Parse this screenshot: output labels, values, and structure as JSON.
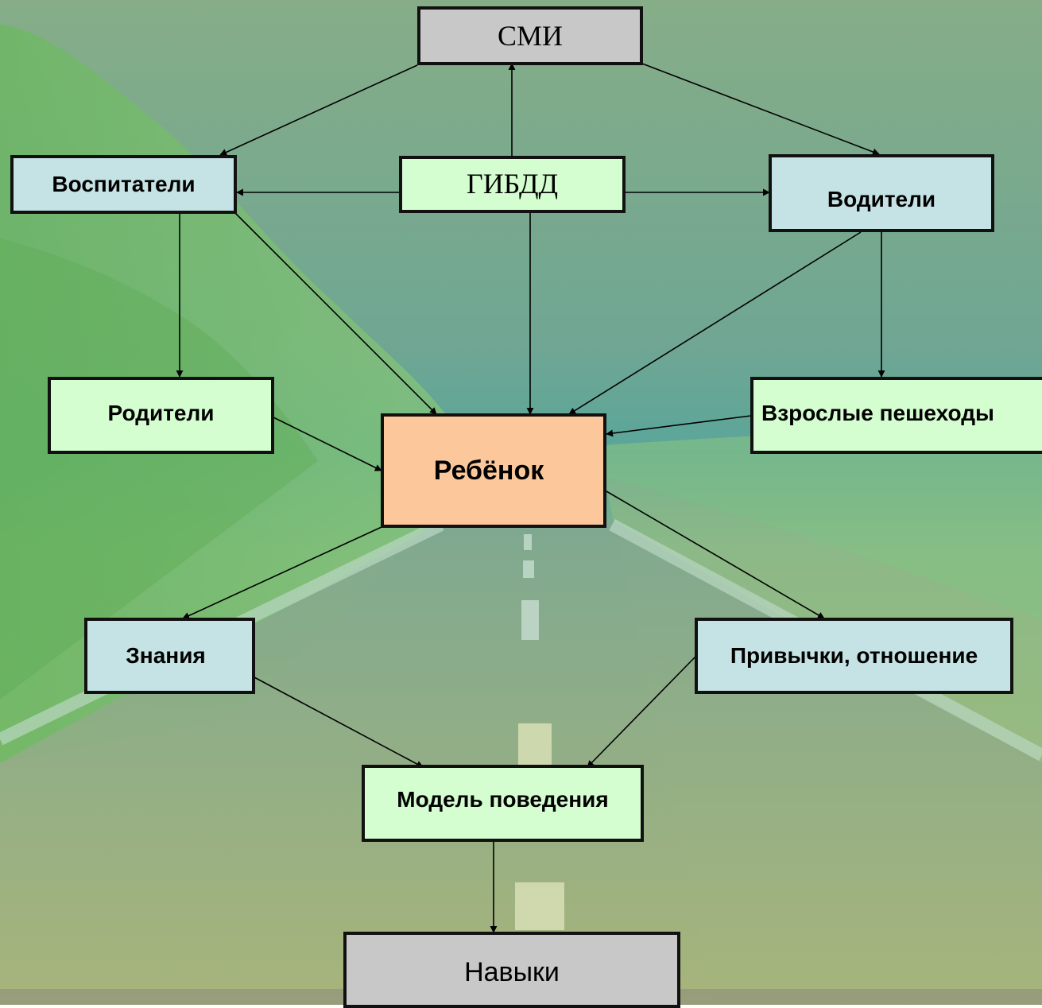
{
  "colors": {
    "gray": "#c8c8c8",
    "light_blue": "#c5e2e4",
    "light_green": "#d4fdd0",
    "orange": "#fcc89b",
    "border": "#111111",
    "arrow": "#000000"
  },
  "background": {
    "description_icon": "road-landscape-background"
  },
  "nodes": {
    "smi": "СМИ",
    "gibdd": "ГИБДД",
    "vospitateli": "Воспитатели",
    "voditeli": "Водители",
    "roditeli": "Родители",
    "rebenok": "Ребёнок",
    "vzroslye": "Взрослые пешеходы",
    "znaniya": "Знания",
    "privychki": "Привычки, отношение",
    "model": "Модель поведения",
    "navyki": "Навыки"
  },
  "edges": [
    [
      "smi",
      "vospitateli"
    ],
    [
      "smi",
      "voditeli"
    ],
    [
      "gibdd",
      "smi"
    ],
    [
      "gibdd",
      "vospitateli"
    ],
    [
      "gibdd",
      "voditeli"
    ],
    [
      "gibdd",
      "rebenok"
    ],
    [
      "vospitateli",
      "roditeli"
    ],
    [
      "vospitateli",
      "rebenok"
    ],
    [
      "voditeli",
      "rebenok"
    ],
    [
      "voditeli",
      "vzroslye"
    ],
    [
      "roditeli",
      "rebenok"
    ],
    [
      "vzroslye",
      "rebenok"
    ],
    [
      "rebenok",
      "znaniya"
    ],
    [
      "rebenok",
      "privychki"
    ],
    [
      "znaniya",
      "model"
    ],
    [
      "privychki",
      "model"
    ],
    [
      "model",
      "navyki"
    ]
  ]
}
